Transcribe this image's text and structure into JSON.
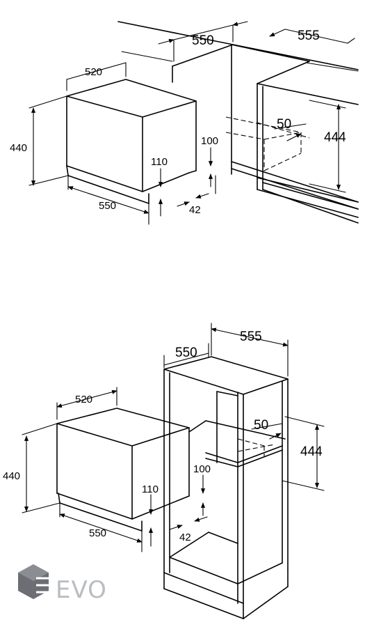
{
  "top_diagram": {
    "cabinet_depth": "550",
    "cabinet_width": "555",
    "niche_offset": "50",
    "niche_height": "444",
    "oven_width": "520",
    "oven_height": "440",
    "oven_depth": "550",
    "oven_recess": "110",
    "vent_gap": "100",
    "base_offset": "42"
  },
  "bottom_diagram": {
    "cabinet_depth": "550",
    "cabinet_width": "555",
    "niche_offset": "50",
    "niche_height": "444",
    "oven_width": "520",
    "oven_height": "440",
    "oven_depth": "550",
    "oven_recess": "110",
    "vent_gap": "100",
    "base_offset": "42"
  },
  "watermark": {
    "text": "EVO",
    "color": "#b9bcc0",
    "hex_color": "#6b6f74"
  }
}
